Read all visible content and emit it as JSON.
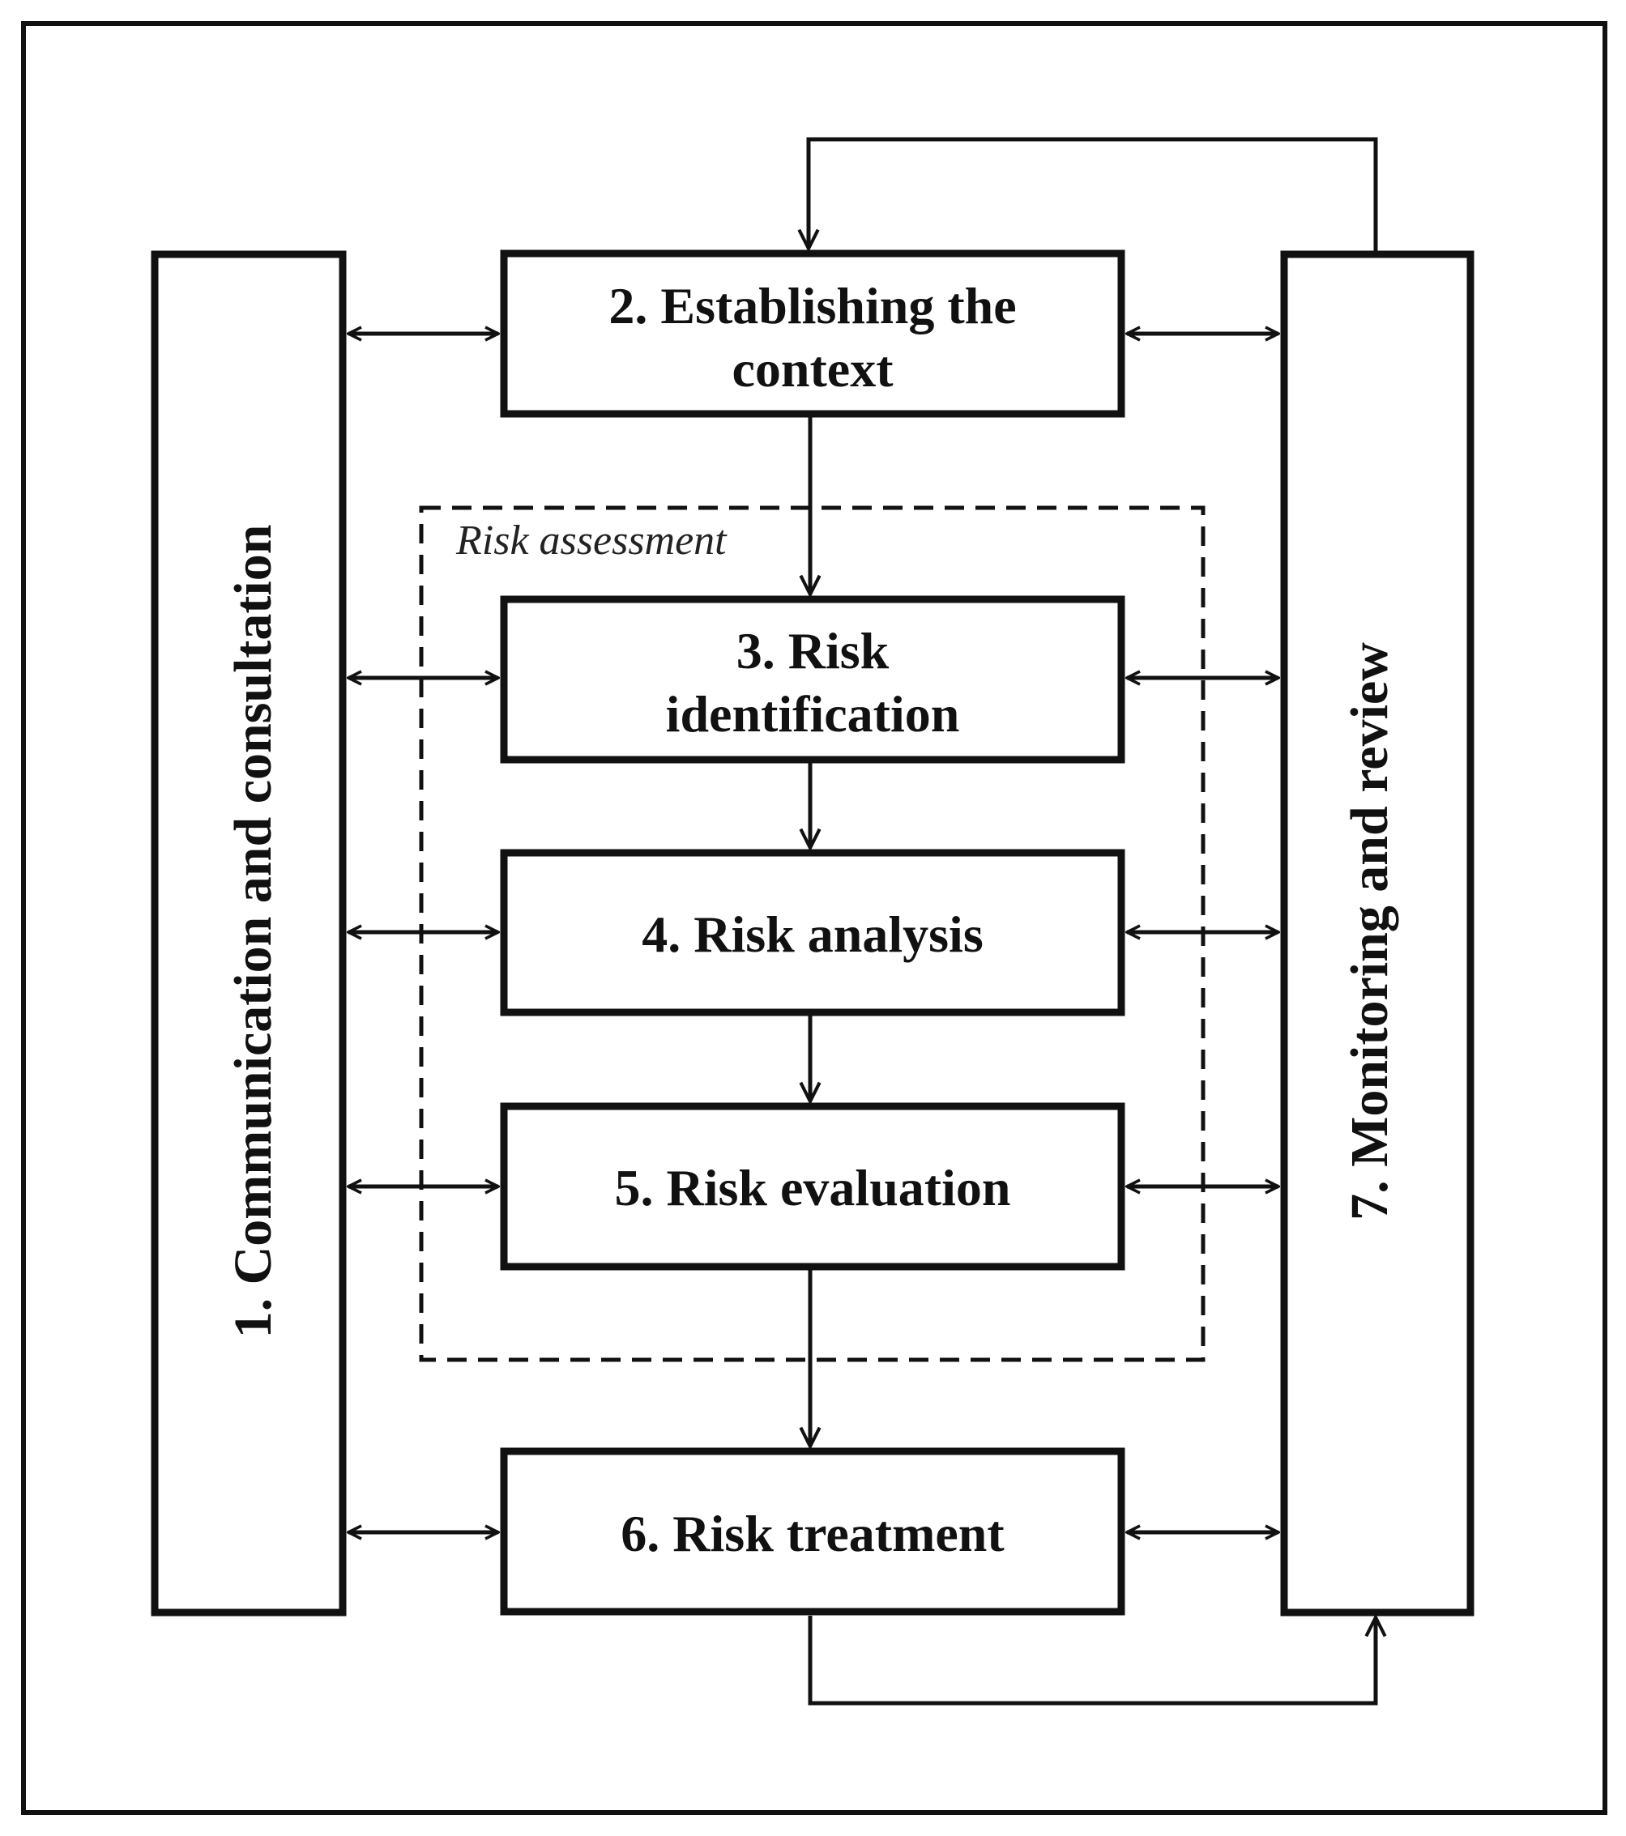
{
  "diagram": {
    "steps": {
      "communication": "1. Communication and consultation",
      "context_line1": "2. Establishing the",
      "context_line2": "context",
      "identification_line1": "3. Risk",
      "identification_line2": "identification",
      "analysis": "4. Risk analysis",
      "evaluation": "5. Risk evaluation",
      "treatment": "6. Risk treatment",
      "monitoring": "7. Monitoring and review"
    },
    "group_label": "Risk assessment"
  }
}
